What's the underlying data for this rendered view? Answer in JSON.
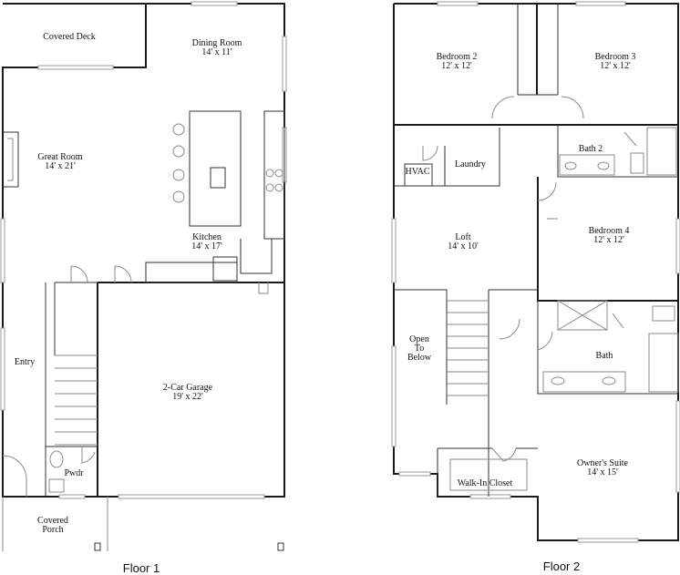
{
  "floors": [
    {
      "caption": "Floor 1",
      "rooms": [
        {
          "id": "covered-deck",
          "lines": [
            "Covered Deck"
          ]
        },
        {
          "id": "dining-room",
          "lines": [
            "Dining Room",
            "14' x 11'"
          ]
        },
        {
          "id": "great-room",
          "lines": [
            "Great Room",
            "14' x 21'"
          ]
        },
        {
          "id": "kitchen",
          "lines": [
            "Kitchen",
            "14' x 17'"
          ]
        },
        {
          "id": "entry",
          "lines": [
            "Entry"
          ]
        },
        {
          "id": "garage",
          "lines": [
            "2-Car Garage",
            "19' x 22'"
          ]
        },
        {
          "id": "pwdr",
          "lines": [
            "Pwdr"
          ]
        },
        {
          "id": "covered-porch",
          "lines": [
            "Covered",
            "Porch"
          ]
        }
      ]
    },
    {
      "caption": "Floor 2",
      "rooms": [
        {
          "id": "bedroom-2",
          "lines": [
            "Bedroom 2",
            "12' x 12'"
          ]
        },
        {
          "id": "bedroom-3",
          "lines": [
            "Bedroom 3",
            "12' x 12'"
          ]
        },
        {
          "id": "bath-2",
          "lines": [
            "Bath 2"
          ]
        },
        {
          "id": "hvac",
          "lines": [
            "HVAC"
          ]
        },
        {
          "id": "laundry",
          "lines": [
            "Laundry"
          ]
        },
        {
          "id": "bedroom-4",
          "lines": [
            "Bedroom 4",
            "12' x 12'"
          ]
        },
        {
          "id": "loft",
          "lines": [
            "Loft",
            "14' x 10'"
          ]
        },
        {
          "id": "open-to-below",
          "lines": [
            "Open",
            "To",
            "Below"
          ]
        },
        {
          "id": "bath",
          "lines": [
            "Bath"
          ]
        },
        {
          "id": "walk-in-closet",
          "lines": [
            "Walk-In Closet"
          ]
        },
        {
          "id": "owners-suite",
          "lines": [
            "Owner's Suite",
            "14' x 15'"
          ]
        }
      ]
    }
  ]
}
